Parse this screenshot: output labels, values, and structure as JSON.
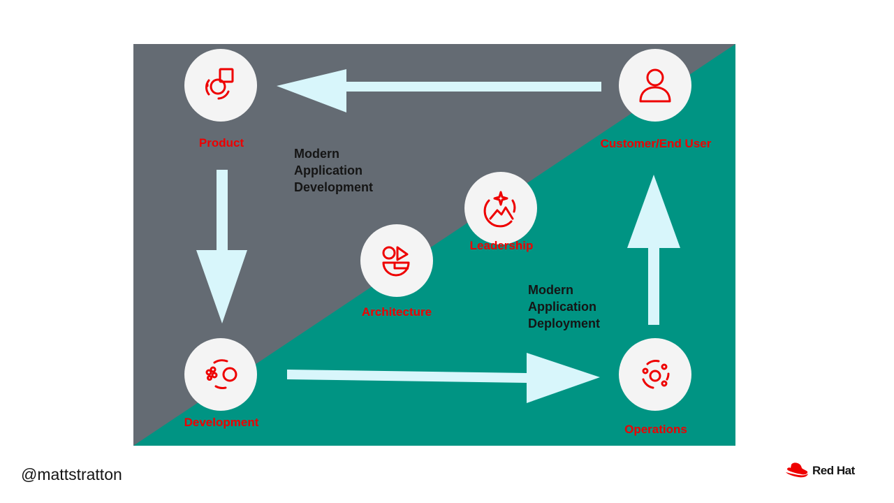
{
  "diagram": {
    "sections": {
      "development": [
        "Modern",
        "Application",
        "Development"
      ],
      "deployment": [
        "Modern",
        "Application",
        "Deployment"
      ]
    },
    "nodes": {
      "product": "Product",
      "customer": "Customer/End User",
      "development": "Development",
      "operations": "Operations",
      "architecture": "Architecture",
      "leadership": "Leadership"
    },
    "colors": {
      "gray": "#646b73",
      "teal": "#009483",
      "arrow": "#d8f6fb",
      "accent": "#ee0000"
    }
  },
  "footer": {
    "handle": "@mattstratton",
    "brand": "Red Hat"
  }
}
